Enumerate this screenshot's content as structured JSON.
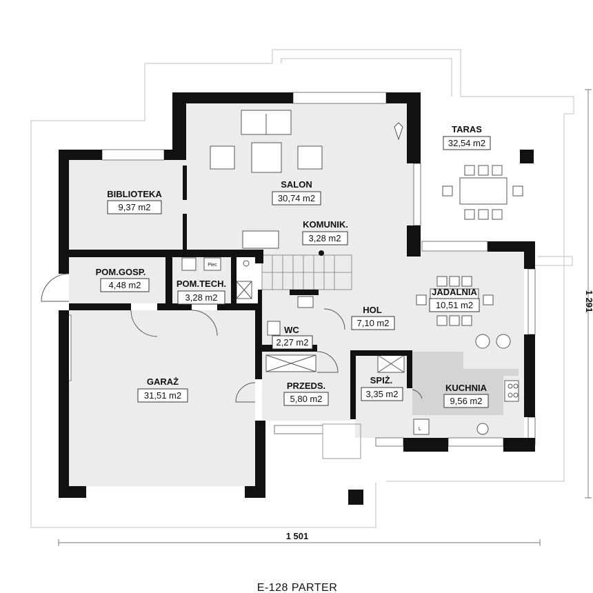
{
  "caption": "E-128 PARTER",
  "dimensions": {
    "width": "1 501",
    "depth": "1 291"
  },
  "colors": {
    "wall": "#111111",
    "floor": "#ececec",
    "kitchen_floor": "#d4d4d4",
    "outline": "#c0c0c0"
  },
  "rooms": {
    "taras": {
      "name": "TARAS",
      "area": "32,54 m2"
    },
    "salon": {
      "name": "SALON",
      "area": "30,74 m2"
    },
    "biblioteka": {
      "name": "BIBLIOTEKA",
      "area": "9,37 m2"
    },
    "komunik": {
      "name": "KOMUNIK.",
      "area": "3,28 m2"
    },
    "pom_gosp": {
      "name": "POM.GOSP.",
      "area": "4,48 m2"
    },
    "pom_tech": {
      "name": "POM.TECH.",
      "area": "3,28 m2"
    },
    "jadalnia": {
      "name": "JADALNIA",
      "area": "10,51 m2"
    },
    "hol": {
      "name": "HOL",
      "area": "7,10 m2"
    },
    "wc": {
      "name": "WC",
      "area": "2,27 m2"
    },
    "garaz": {
      "name": "GARAŻ",
      "area": "31,51 m2"
    },
    "przeds": {
      "name": "PRZEDS.",
      "area": "5,80 m2"
    },
    "spiz": {
      "name": "SPIŻ.",
      "area": "3,35 m2"
    },
    "kuchnia": {
      "name": "KUCHNIA",
      "area": "9,56 m2"
    }
  },
  "fixtures": {
    "boiler_label": "Piec",
    "fridge_label": "L"
  }
}
